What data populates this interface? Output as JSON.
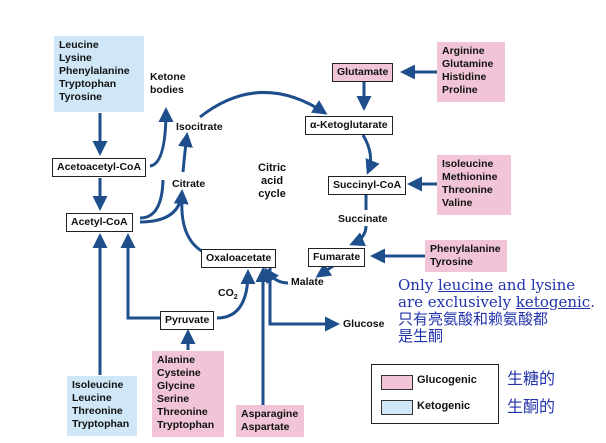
{
  "nodes": {
    "glutamate": "Glutamate",
    "alpha_ketoglutarate": "α-Ketoglutarate",
    "succinyl_coa": "Succinyl-CoA",
    "fumarate": "Fumarate",
    "oxaloacetate": "Oxaloacetate",
    "acetoacetyl_coa": "Acetoacetyl-CoA",
    "acetyl_coa": "Acetyl-CoA",
    "pyruvate": "Pyruvate"
  },
  "labels": {
    "ketone_bodies": "Ketone\nbodies",
    "isocitrate": "Isocitrate",
    "citrate": "Citrate",
    "citric_acid_cycle": "Citric\nacid\ncycle",
    "succinate": "Succinate",
    "malate": "Malate",
    "co2_base": "CO",
    "co2_sub": "2",
    "glucose": "Glucose"
  },
  "amino_groups": {
    "top_left": "Leucine\nLysine\nPhenylalanine\nTryptophan\nTyrosine",
    "top_right": "Arginine\nGlutamine\nHistidine\nProline",
    "middle_right": "Isoleucine\nMethionine\nThreonine\nValine",
    "lower_right": "Phenylalanine\nTyrosine",
    "bottom_left": "Isoleucine\nLeucine\nThreonine\nTryptophan",
    "bottom_center": "Alanine\nCysteine\nGlycine\nSerine\nThreonine\nTryptophan",
    "bottom_mid": "Asparagine\nAspartate"
  },
  "note": {
    "line1_prefix": "Only ",
    "line1_leucine": "leucine",
    "line1_suffix": " and lysine",
    "line2_prefix": "are exclusively ",
    "line2_ketogenic": "ketogenic",
    "line2_suffix": ".",
    "line3": "只有亮氨酸和赖氨酸都",
    "line4": "是生酮"
  },
  "legend": {
    "glucogenic_label": "Glucogenic",
    "ketogenic_label": "Ketogenic",
    "glucogenic_cn": "生糖的",
    "ketogenic_cn": "生酮的"
  },
  "colors": {
    "arrow": "#1f4e8c",
    "glucogenic": "#f1c5d7",
    "ketogenic": "#cfe7f7",
    "note_text": "#2233aa"
  }
}
